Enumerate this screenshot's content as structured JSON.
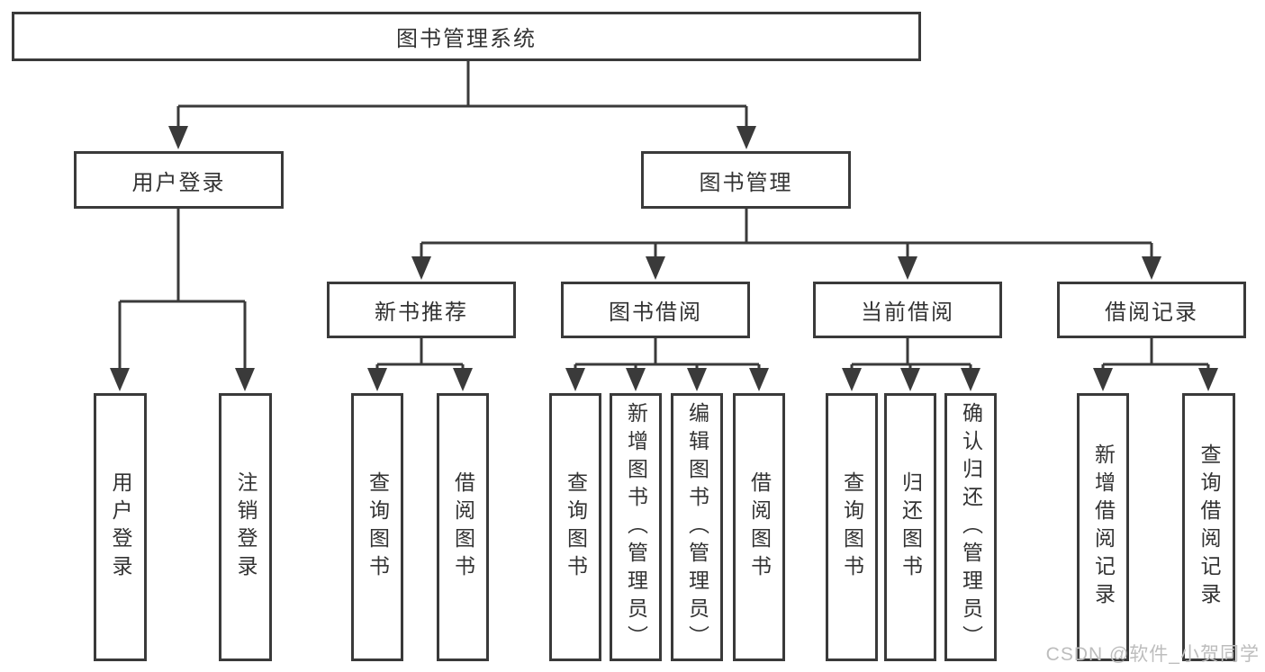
{
  "diagram": {
    "type": "hierarchy-tree",
    "root": {
      "label": "图书管理系统",
      "children": [
        {
          "label": "用户登录",
          "children": [
            {
              "label": "用户登录"
            },
            {
              "label": "注销登录"
            }
          ]
        },
        {
          "label": "图书管理",
          "children": [
            {
              "label": "新书推荐",
              "children": [
                {
                  "label": "查询图书"
                },
                {
                  "label": "借阅图书"
                }
              ]
            },
            {
              "label": "图书借阅",
              "children": [
                {
                  "label": "查询图书"
                },
                {
                  "label": "新增图书（管理员）"
                },
                {
                  "label": "编辑图书（管理员）"
                },
                {
                  "label": "借阅图书"
                }
              ]
            },
            {
              "label": "当前借阅",
              "children": [
                {
                  "label": "查询图书"
                },
                {
                  "label": "归还图书"
                },
                {
                  "label": "确认归还（管理员）"
                }
              ]
            },
            {
              "label": "借阅记录",
              "children": [
                {
                  "label": "新增借阅记录"
                },
                {
                  "label": "查询借阅记录"
                }
              ]
            }
          ]
        }
      ]
    },
    "watermark": "CSDN @软件_小贺同学",
    "colors": {
      "line": "#3a3a3a",
      "box_border": "#3a3a3a",
      "text": "#333333",
      "background": "#ffffff",
      "watermark": "#bdbdbd"
    }
  }
}
